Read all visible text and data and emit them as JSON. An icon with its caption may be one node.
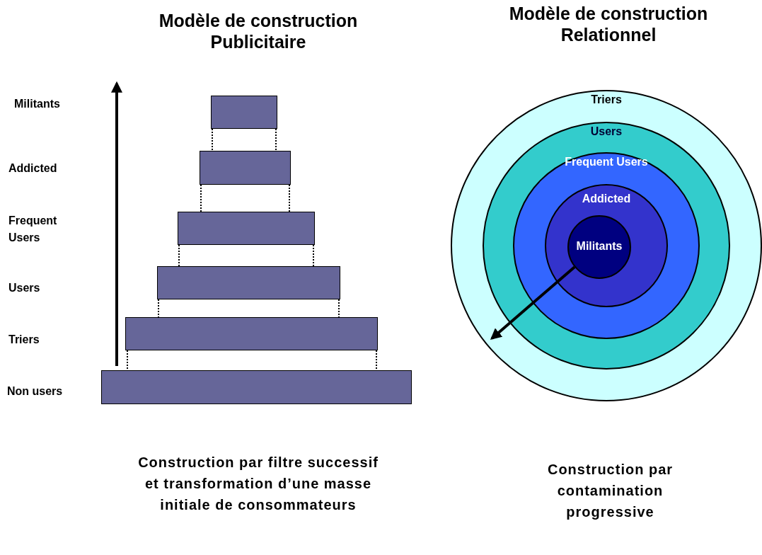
{
  "diagram": {
    "nodes": [
      {
        "text": [],
        "shape": "bar"
      },
      {
        "text": [],
        "shape": "bar"
      },
      {
        "text": [],
        "shape": "bar"
      },
      {
        "text": [],
        "shape": "bar"
      },
      {
        "text": [],
        "shape": "bar"
      },
      {
        "text": [],
        "shape": "bar"
      },
      {
        "text": [
          "Triers"
        ]
      },
      {
        "text": [
          "Users"
        ],
        "in": 6
      },
      {
        "text": [
          "Frequent Users"
        ],
        "in": 7
      },
      {
        "text": [
          "Addicted"
        ],
        "in": 8
      },
      {
        "text": [
          "Militants"
        ],
        "in": 9
      }
    ],
    "edges": [
      {
        "from": 0,
        "to": 1,
        "arrow": "none",
        "style": "dashed"
      },
      {
        "from": 0,
        "to": 1,
        "arrow": "none",
        "style": "dashed"
      },
      {
        "from": 1,
        "to": 2,
        "arrow": "none",
        "style": "dashed"
      },
      {
        "from": 1,
        "to": 2,
        "arrow": "none",
        "style": "dashed"
      },
      {
        "from": 2,
        "to": 3,
        "arrow": "none",
        "style": "dashed"
      },
      {
        "from": 2,
        "to": 3,
        "arrow": "none",
        "style": "dashed"
      },
      {
        "from": 3,
        "to": 4,
        "arrow": "none",
        "style": "dashed"
      },
      {
        "from": 3,
        "to": 4,
        "arrow": "none",
        "style": "dashed"
      },
      {
        "from": 4,
        "to": 5,
        "arrow": "none",
        "style": "dashed"
      },
      {
        "from": 4,
        "to": 5,
        "arrow": "none",
        "style": "dashed"
      },
      {
        "from": 10,
        "to": 6,
        "arrow": "to",
        "style": "thick"
      }
    ],
    "labels": [
      "Modèle de construction Publicitaire",
      "Modèle de construction Relationnel",
      "Militants",
      "Addicted",
      "Frequent Users",
      "Users",
      "Triers",
      "Non users",
      "Construction par filtre successif et transformation d’une masse initiale de consommateurs",
      "Construction par contamination progressive"
    ]
  }
}
